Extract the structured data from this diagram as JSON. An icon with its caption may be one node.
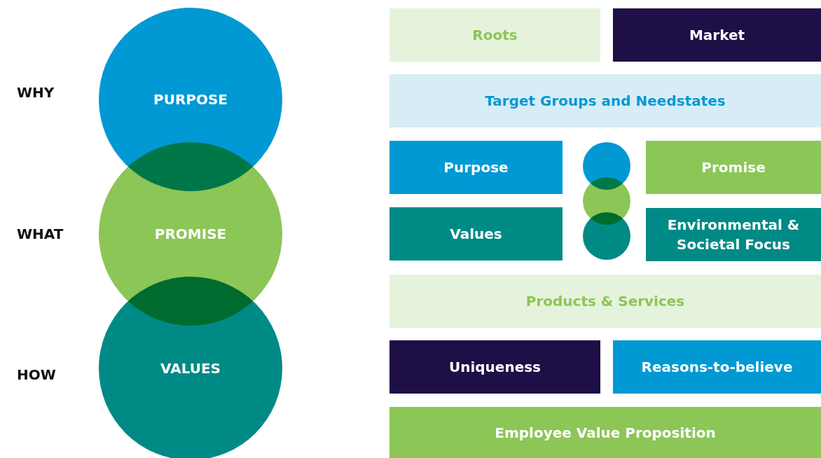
{
  "diagram": {
    "nodes": [
      {
        "text": [
          "PURPOSE"
        ]
      },
      {
        "text": [
          "PROMISE"
        ]
      },
      {
        "text": [
          "VALUES"
        ]
      },
      {
        "text": [
          "Roots"
        ]
      },
      {
        "text": [
          "Market"
        ]
      },
      {
        "text": [
          "Target Groups and Needstates"
        ]
      },
      {
        "text": [
          "Purpose"
        ]
      },
      {
        "text": [],
        "shape": "circle"
      },
      {
        "text": [
          "Promise"
        ]
      },
      {
        "text": [],
        "shape": "circle"
      },
      {
        "text": [
          "Values"
        ]
      },
      {
        "text": [],
        "shape": "circle"
      },
      {
        "text": [
          "Environmental & Societal Focus"
        ]
      },
      {
        "text": [
          "Products & Services"
        ]
      },
      {
        "text": [
          "Uniqueness"
        ]
      },
      {
        "text": [
          "Reasons-to-believe"
        ]
      },
      {
        "text": [
          "Employee Value Proposition"
        ]
      }
    ],
    "edges": [],
    "labels": [
      "WHY",
      "WHAT",
      "HOW"
    ]
  }
}
